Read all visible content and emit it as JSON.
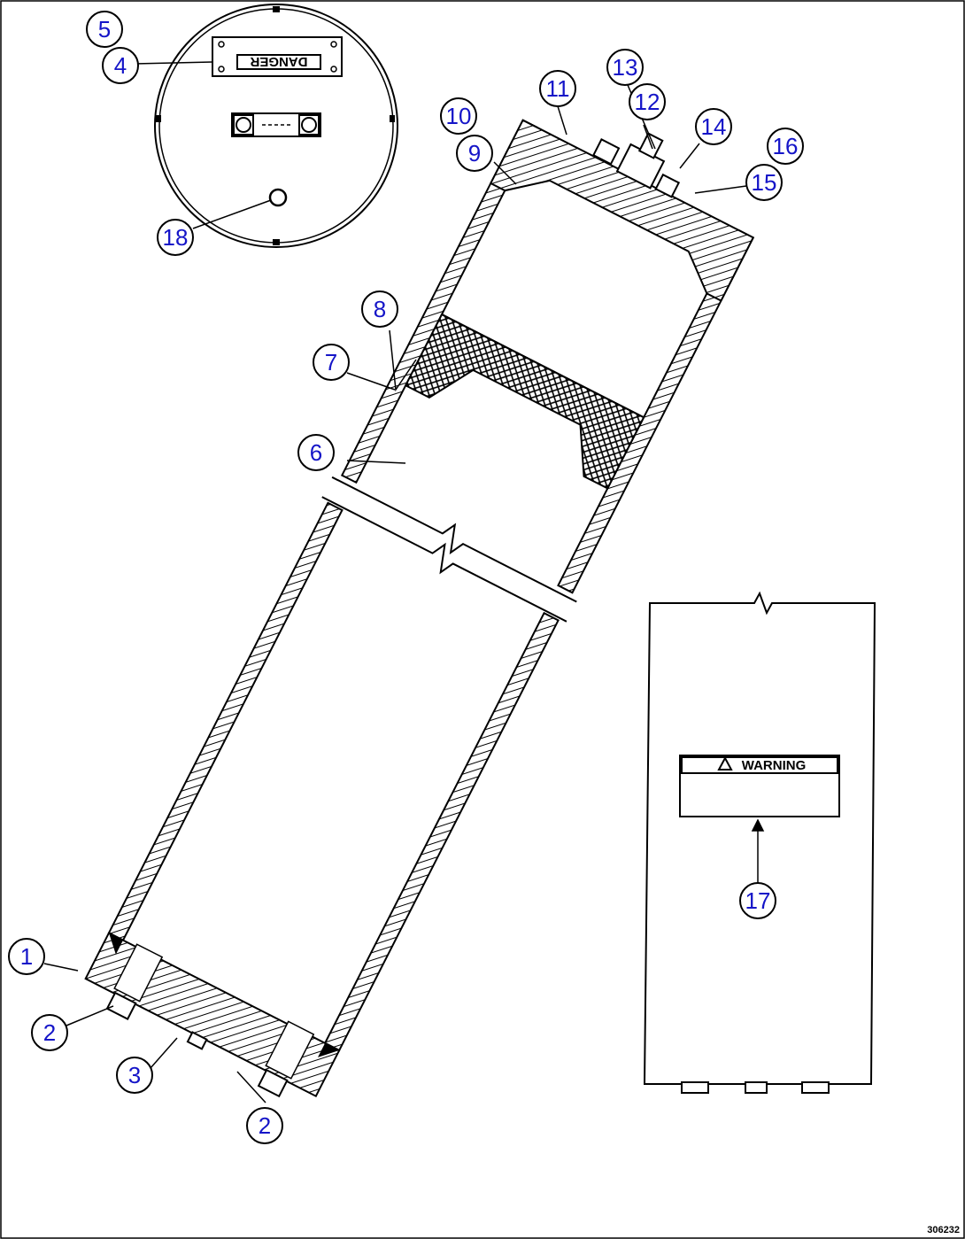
{
  "callouts": [
    "1",
    "2",
    "3",
    "4",
    "5",
    "6",
    "7",
    "8",
    "9",
    "10",
    "11",
    "12",
    "13",
    "14",
    "15",
    "16",
    "17",
    "18"
  ],
  "labels": {
    "danger": "DANGER",
    "warning": "WARNING"
  },
  "figure_ref": "306232"
}
